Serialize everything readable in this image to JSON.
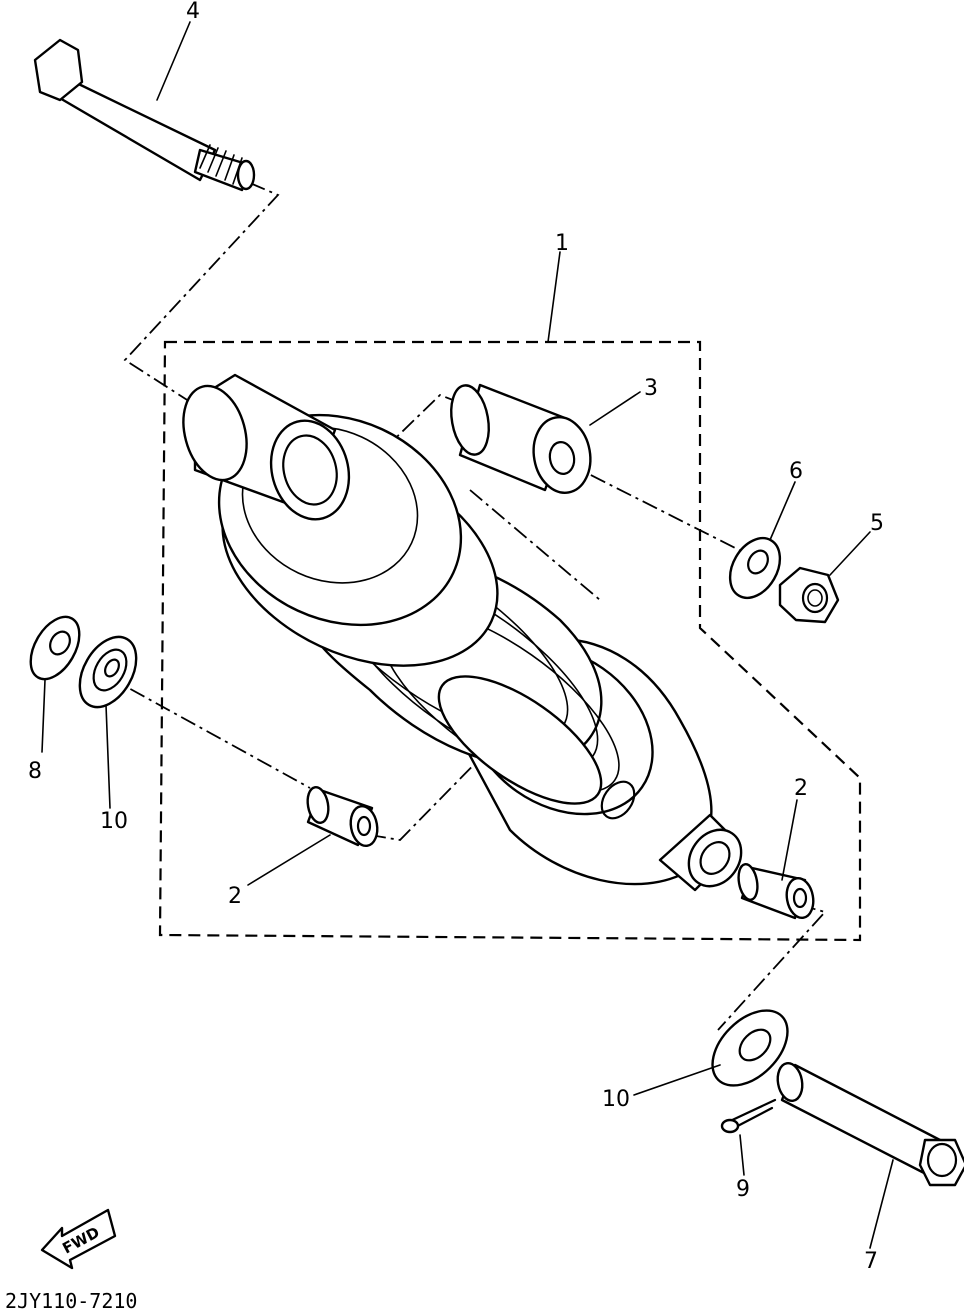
{
  "callouts": {
    "c1": "1",
    "c2a": "2",
    "c2b": "2",
    "c3": "3",
    "c4": "4",
    "c5": "5",
    "c6": "6",
    "c7": "7",
    "c8": "8",
    "c9": "9",
    "c10a": "10",
    "c10b": "10"
  },
  "fwd_label": "FWD",
  "drawing_code": "2JY110-7210"
}
